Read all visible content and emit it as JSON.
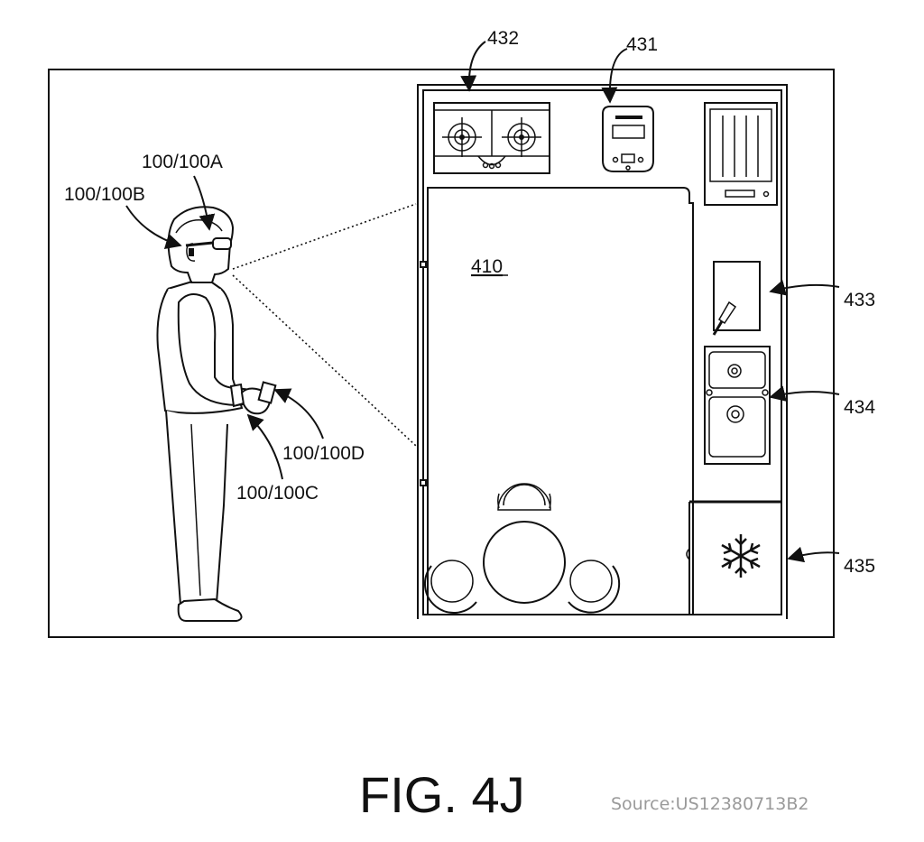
{
  "labels": {
    "device_glasses": "100/100A",
    "device_earpiece": "100/100B",
    "device_hand_c": "100/100C",
    "device_hand_d": "100/100D",
    "room": "410",
    "appliance_431": "431",
    "appliance_432": "432",
    "appliance_433": "433",
    "appliance_434": "434",
    "appliance_435": "435"
  },
  "figure": {
    "caption": "FIG. 4J",
    "source": "Source:US12380713B2"
  },
  "icons": {
    "stove": "stove-icon",
    "rice_cooker": "rice-cooker-icon",
    "oven": "oven-icon",
    "cutting_board": "cutting-board-icon",
    "sink": "sink-icon",
    "refrigerator": "snowflake-icon",
    "dining_set": "dining-table-icon"
  }
}
